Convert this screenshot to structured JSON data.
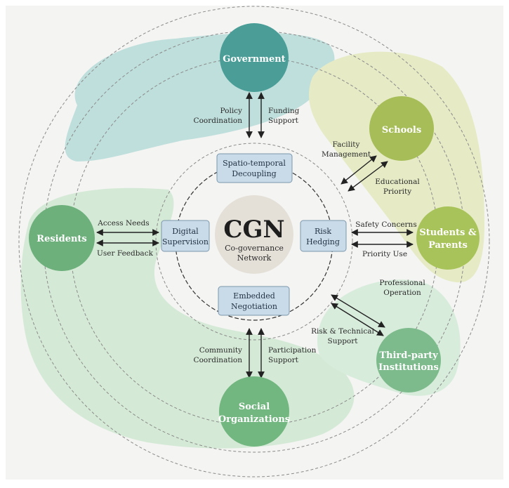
{
  "center": {
    "title": "CGN",
    "subtitle_line1": "Co-governance",
    "subtitle_line2": "Network"
  },
  "mechanisms": {
    "top": {
      "line1": "Spatio-temporal",
      "line2": "Decoupling"
    },
    "left": {
      "line1": "Digital",
      "line2": "Supervision"
    },
    "right": {
      "line1": "Risk",
      "line2": "Hedging"
    },
    "bottom": {
      "line1": "Embedded",
      "line2": "Negotiation"
    }
  },
  "actors": {
    "government": {
      "line1": "Government"
    },
    "schools": {
      "line1": "Schools"
    },
    "students": {
      "line1": "Students &",
      "line2": "Parents"
    },
    "third_party": {
      "line1": "Third-party",
      "line2": "Institutions"
    },
    "social": {
      "line1": "Social",
      "line2": "Organizations"
    },
    "residents": {
      "line1": "Residents"
    }
  },
  "flows": {
    "gov_policy": {
      "line1": "Policy",
      "line2": "Coordination"
    },
    "gov_funding": {
      "line1": "Funding",
      "line2": "Support"
    },
    "school_facility": {
      "line1": "Facility",
      "line2": "Management"
    },
    "school_edu": {
      "line1": "Educational",
      "line2": "Priority"
    },
    "safety": {
      "line1": "Safety Concerns"
    },
    "priority_use": {
      "line1": "Priority Use"
    },
    "professional": {
      "line1": "Professional",
      "line2": "Operation"
    },
    "risk_tech": {
      "line1": "Risk & Technical",
      "line2": "Support"
    },
    "community": {
      "line1": "Community",
      "line2": "Coordination"
    },
    "participation": {
      "line1": "Participation",
      "line2": "Support"
    },
    "access": {
      "line1": "Access Needs"
    },
    "feedback": {
      "line1": "User Feedback"
    }
  },
  "colors": {
    "government": "#4a9e97",
    "schools": "#a6bd58",
    "students": "#a9c35b",
    "third_party": "#7dbb8c",
    "social": "#72b680",
    "residents": "#6db07c",
    "teal_blob": "#bfdfdc",
    "olive_blob": "#e6ebc6",
    "green_blob": "#d5ead6",
    "mechanism_box": "#c9dbe8",
    "center_circle": "#e4e0d8"
  }
}
